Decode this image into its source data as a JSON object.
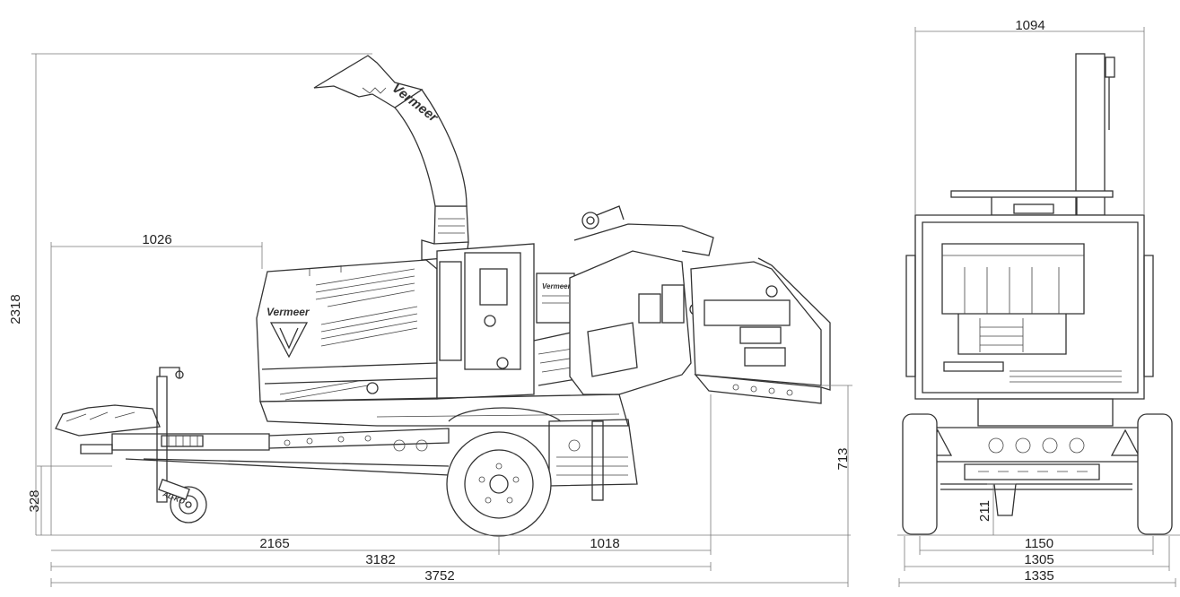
{
  "side_view": {
    "brand_hood": "Vermeer",
    "brand_chute": "Vermeer",
    "brand_plate": "Vermeer",
    "jack_wheel_brand": "AL-KO",
    "dimensions": {
      "overall_height": "2318",
      "hood_width": "1026",
      "drawbar_height": "328",
      "feed_height": "713",
      "axle_to_front": "2165",
      "axle_to_rear": "1018",
      "length_without_drawbar": "3182",
      "overall_length": "3752"
    }
  },
  "front_view": {
    "dimensions": {
      "table_width": "1094",
      "ground_clearance": "211",
      "track_width": "1150",
      "frame_width": "1305",
      "overall_width": "1335"
    }
  },
  "colors": {
    "line": "#333333",
    "dimension": "#7a7a7a",
    "background": "#ffffff"
  }
}
